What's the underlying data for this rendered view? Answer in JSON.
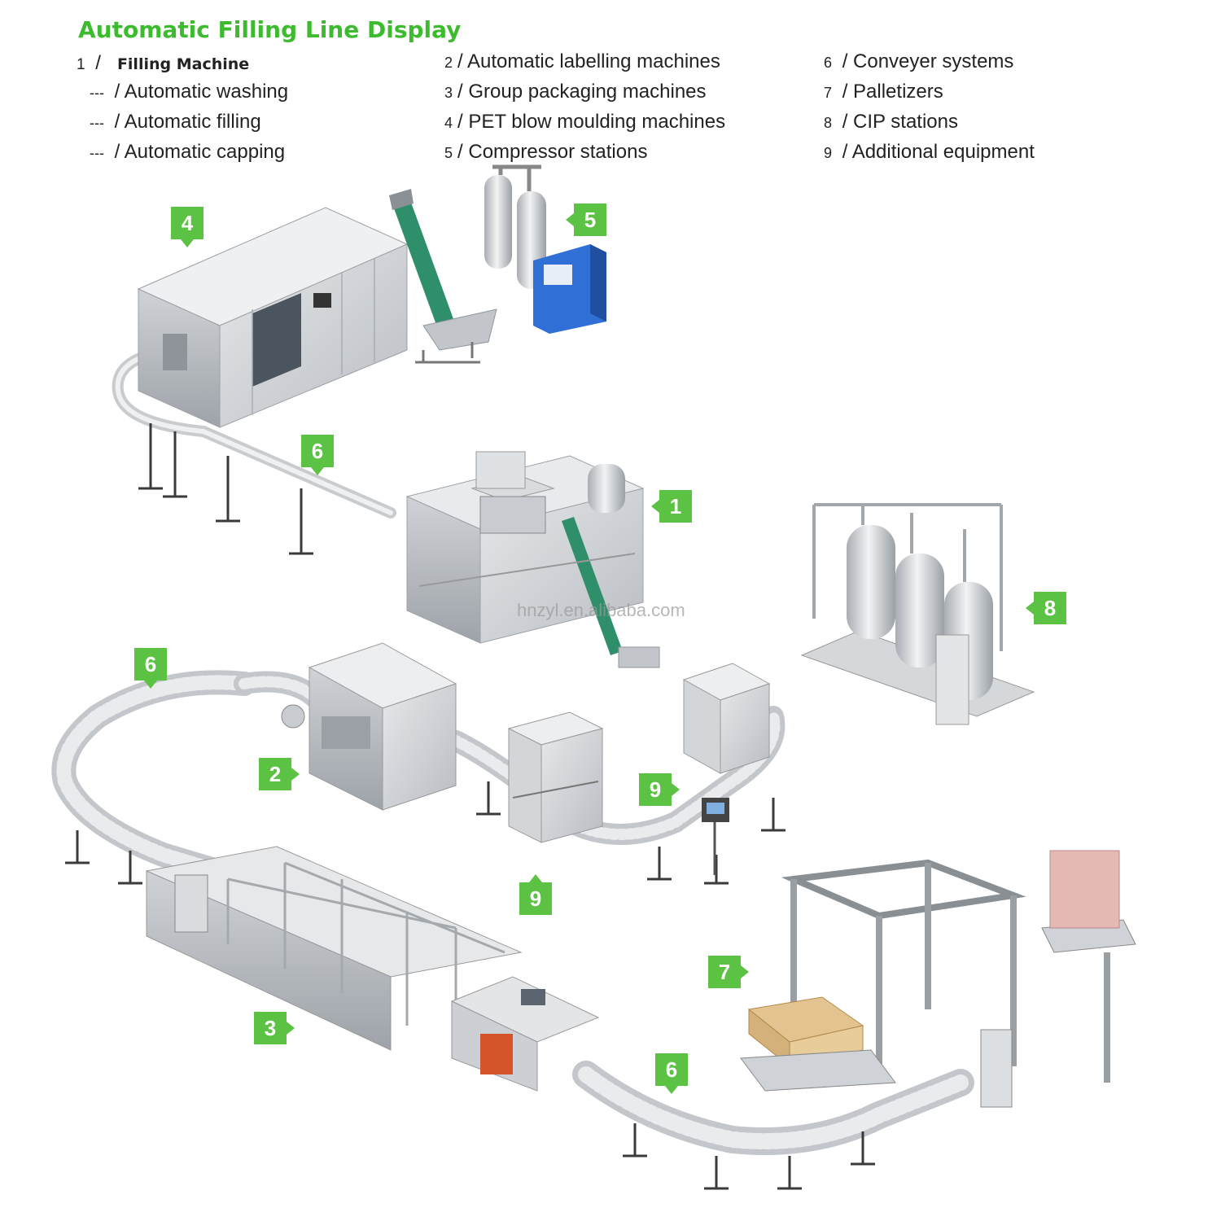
{
  "title": "Automatic Filling Line Display",
  "legend": {
    "col1": [
      {
        "num": "1",
        "sep": "/",
        "label": "Filling Machine"
      },
      {
        "num": "---",
        "sep": "/",
        "label": "Automatic washing"
      },
      {
        "num": "---",
        "sep": "/",
        "label": "Automatic filling"
      },
      {
        "num": "---",
        "sep": "/",
        "label": "Automatic capping"
      }
    ],
    "col2": [
      {
        "num": "2",
        "sep": "/",
        "label": "Automatic labelling machines"
      },
      {
        "num": "3",
        "sep": "/",
        "label": "Group packaging machines"
      },
      {
        "num": "4",
        "sep": "/",
        "label": "PET blow moulding machines"
      },
      {
        "num": "5",
        "sep": "/",
        "label": "Compressor stations"
      }
    ],
    "col3": [
      {
        "num": "6",
        "sep": "/",
        "label": "Conveyer systems"
      },
      {
        "num": "7",
        "sep": "/",
        "label": "Palletizers"
      },
      {
        "num": "8",
        "sep": "/",
        "label": "CIP stations"
      },
      {
        "num": "9",
        "sep": "/",
        "label": "Additional equipment"
      }
    ]
  },
  "callouts": {
    "c4": "4",
    "c5": "5",
    "c6a": "6",
    "c1": "1",
    "c8": "8",
    "c6b": "6",
    "c2": "2",
    "c9a": "9",
    "c9b": "9",
    "c7": "7",
    "c3": "3",
    "c6c": "6"
  },
  "watermark": "hnzyl.en.alibaba.com",
  "colors": {
    "accent_green": "#5cc244",
    "title_green": "#3dbb2e",
    "machine_gray": "#c8ccd0",
    "compressor_blue": "#2f6fd6"
  }
}
